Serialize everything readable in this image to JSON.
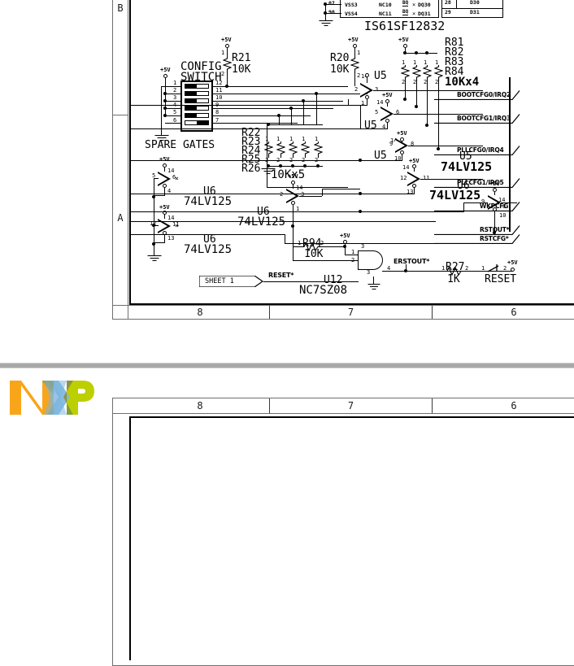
{
  "page": {
    "background": "#ffffff",
    "divider_color": "#a8a8a8"
  },
  "brand": {
    "name": "NXP",
    "letters": [
      "N",
      "X",
      "P"
    ],
    "colors": {
      "orange": "#f9a51a",
      "blue": "#7eb7de",
      "green": "#bccf00",
      "olive": "#8f9340",
      "teal_green": "#7fa03c"
    }
  },
  "sheet_top": {
    "zone_columns": [
      "8",
      "7",
      "6"
    ],
    "zone_rows": [
      "B",
      "A"
    ],
    "title_text": "",
    "memory_block": {
      "part_number": "IS61SF12832",
      "pins_left": [
        "VSS3",
        "VSS4"
      ],
      "pins_mid": [
        "NC10",
        "NC11"
      ],
      "pins_mid_marks": [
        "BQ",
        "BQ"
      ],
      "pins_right": [
        "DQ30",
        "DQ31"
      ],
      "bus_numbers": [
        "28",
        "29"
      ],
      "bus_labels": [
        "D30",
        "D31"
      ],
      "left_numbers": [
        "07",
        "90"
      ]
    },
    "config_switch": {
      "title_line1": "CONFIG",
      "title_line2": "SWITCH",
      "rail_label": "+5V",
      "positions": 6,
      "pins_left": [
        "1",
        "2",
        "3",
        "4",
        "5",
        "6"
      ],
      "pins_right": [
        "12",
        "11",
        "10",
        "9",
        "8",
        "7"
      ]
    },
    "spare_gates_label": "SPARE GATES",
    "resistors": [
      {
        "ref": "R21",
        "value": "10K",
        "rail": "+5V",
        "pins": [
          "1",
          "2"
        ]
      },
      {
        "ref": "R20",
        "value": "10K",
        "rail": "+5V",
        "pins": [
          "1",
          "2"
        ]
      },
      {
        "ref": "R27",
        "value": "1K",
        "pins": [
          "1",
          "2"
        ]
      },
      {
        "ref": "R94",
        "value": "10K",
        "pins": [
          "1",
          "2"
        ]
      }
    ],
    "resistor_pack_a": {
      "refs": [
        "R22",
        "R23",
        "R24",
        "R25",
        "R26"
      ],
      "value": "10Kx5",
      "count": 5,
      "pin_top": "1",
      "pin_bottom": "2"
    },
    "resistor_pack_b": {
      "refs": [
        "R81",
        "R82",
        "R83",
        "R84"
      ],
      "value": "10Kx4",
      "count": 4,
      "rail": "+5V",
      "pin_top": "1",
      "pin_bottom": "2"
    },
    "buffers": [
      {
        "ref": "U5",
        "part": "74LV125",
        "pins": [
          "2",
          "3",
          "1",
          "14"
        ],
        "rail": "+5V"
      },
      {
        "ref": "U5",
        "part": "74LV125",
        "pins": [
          "5",
          "6",
          "4",
          "14"
        ],
        "rail": "+5V"
      },
      {
        "ref": "U5",
        "part": "74LV125",
        "pins": [
          "9",
          "8",
          "10",
          "14"
        ],
        "rail": "+5V"
      },
      {
        "ref": "U5",
        "part": "74LV125",
        "pins": [
          "12",
          "11",
          "13",
          "14"
        ],
        "rail": "+5V"
      },
      {
        "ref": "U6",
        "part": "74LV125",
        "pins": [
          "9",
          "8",
          "10",
          "14"
        ],
        "rail": "+5V"
      },
      {
        "ref": "U6",
        "part": "74LV125",
        "pins": [
          "5",
          "6",
          "4",
          "14"
        ],
        "rail": "+5V"
      },
      {
        "ref": "U6",
        "part": "74LV125",
        "pins": [
          "12",
          "11",
          "13",
          "14"
        ],
        "rail": "+5V"
      },
      {
        "ref": "U6",
        "part": "74LV125",
        "pins": [
          "2",
          "3",
          "1",
          "14"
        ],
        "rail": "+5V"
      }
    ],
    "and_gate": {
      "ref": "U12",
      "part": "NC7SZ08",
      "pins": [
        "1",
        "2",
        "4",
        "5",
        "3"
      ]
    },
    "net_labels": [
      "BOOTCFG0/IRQ2",
      "BOOTCFG1/IRQ3",
      "PLLCFG0/IRQ4",
      "PLLCFG1/IRQ5",
      "WKPCFG",
      "RSTOUT*",
      "RSTCFG*"
    ],
    "sheet_connector": {
      "label": "SHEET 1",
      "net": "RESET*"
    },
    "misc_labels": [
      "ERSTOUT*",
      "RESET",
      "+5V"
    ],
    "part_names_big": [
      "74LV125",
      "10Kx4",
      "10Kx5"
    ]
  },
  "sheet_bottom": {
    "zone_columns": [
      "8",
      "7",
      "6"
    ]
  }
}
